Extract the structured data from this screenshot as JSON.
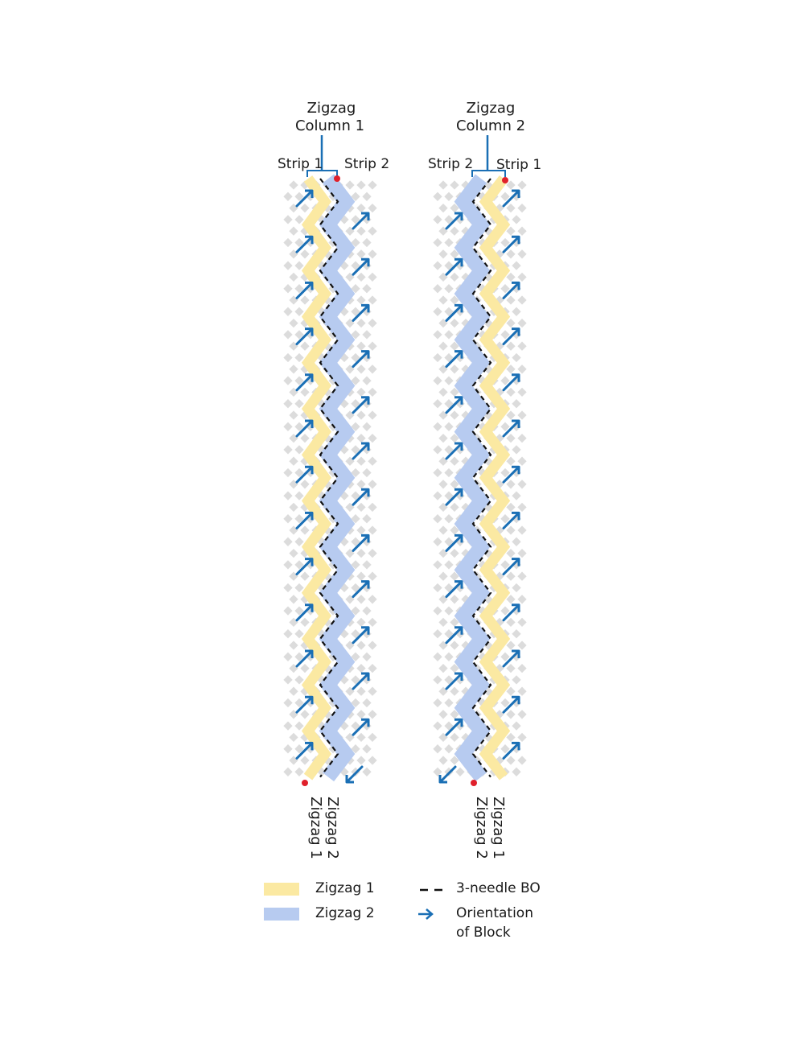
{
  "columns": [
    {
      "title_line1": "Zigzag",
      "title_line2": "Column 1",
      "left_strip_label": "Strip 1",
      "right_strip_label": "Strip 2",
      "bottom_label_a": "Zigzag 2",
      "bottom_label_b": "Zigzag 1"
    },
    {
      "title_line1": "Zigzag",
      "title_line2": "Column 2",
      "left_strip_label": "Strip 2",
      "right_strip_label": "Strip 1",
      "bottom_label_a": "Zigzag 1",
      "bottom_label_b": "Zigzag 2"
    }
  ],
  "legend": {
    "zigzag1_label": "Zigzag 1",
    "zigzag2_label": "Zigzag 2",
    "bo_label": "3-needle BO",
    "orientation_line1": "Orientation",
    "orientation_line2": "of Block"
  },
  "colors": {
    "zigzag1": "#fbe9a2",
    "zigzag2": "#b7cbf0",
    "arrow": "#1a6fb5",
    "marker": "#e0202b",
    "grid": "#dcdcdc",
    "line": "#1a6fb5",
    "dash": "#111111"
  }
}
